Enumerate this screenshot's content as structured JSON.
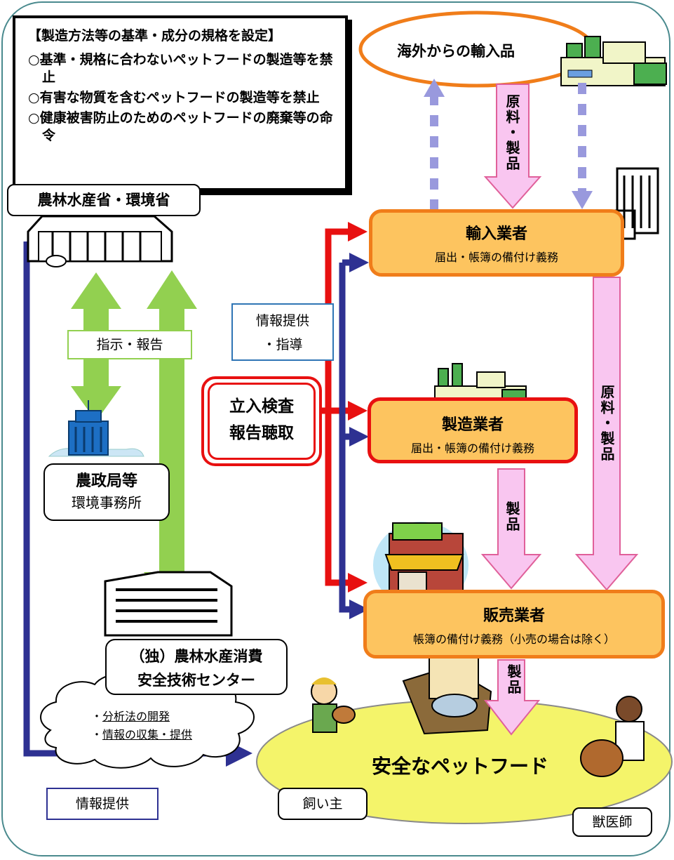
{
  "standards": {
    "heading": "【製造方法等の基準・成分の規格を設定】",
    "items": [
      "○基準・規格に合わないペットフードの製造等を禁止",
      "○有害な物質を含むペットフードの製造等を禁止",
      "○健康被害防止のためのペットフードの廃棄等の命令"
    ]
  },
  "ministry": "農林水産省・環境省",
  "instruction_report": "指示・報告",
  "regional_office": {
    "line1": "農政局等",
    "line2": "環境事務所"
  },
  "center": {
    "line1": "（独）農林水産消費",
    "line2": "安全技術センター"
  },
  "center_tasks": [
    "・分析法の開発",
    "・情報の収集・提供"
  ],
  "info_guidance": {
    "line1": "情報提供",
    "line2": "・指導"
  },
  "inspection": {
    "line1": "立入検査",
    "line2": "報告聴取"
  },
  "imports": "海外からの輸入品",
  "importer": {
    "title": "輸入業者",
    "duty": "届出・帳簿の備付け義務"
  },
  "manufacturer": {
    "title": "製造業者",
    "duty": "届出・帳簿の備付け義務"
  },
  "seller": {
    "title": "販売業者",
    "duty": "帳簿の備付け義務（小売の場合は除く）"
  },
  "flow_labels": {
    "raw_products_top": "原料・製品",
    "raw_products_right": "原料・製品",
    "product_mid": "製品",
    "product_bottom": "製品"
  },
  "safe_food": "安全なペットフード",
  "info_provision": "情報提供",
  "owner": "飼い主",
  "vet": "獣医師",
  "colors": {
    "frame": "#4a8a8e",
    "green_arrow": "#92d050",
    "navy_arrow": "#2e3192",
    "red_arrow": "#e81010",
    "pink_arrow": "#f9c6f0",
    "pink_stroke": "#e0609a",
    "dotted_arrow": "#9999dd",
    "box_fill": "#fdc45f",
    "box_border": "#f07d1a",
    "ellipse_fill": "#f4f46a"
  }
}
